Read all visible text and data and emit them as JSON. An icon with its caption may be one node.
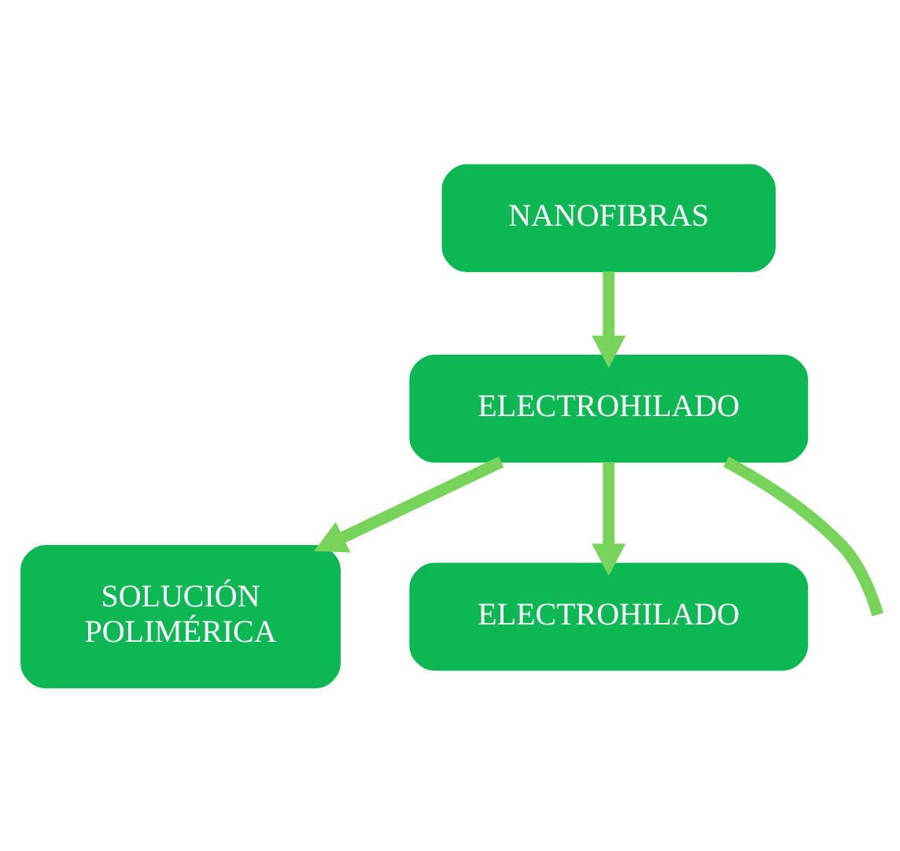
{
  "diagram": {
    "nodes": [
      {
        "text": [
          "NANOFIBRAS"
        ]
      },
      {
        "text": [
          "ELECTROHILADO"
        ]
      },
      {
        "text": [
          "SOLUCIÓN POLIMÉRICA"
        ]
      },
      {
        "text": [
          "ELECTROHILADO"
        ]
      }
    ],
    "edges": [
      {
        "from": 0,
        "to": 1,
        "arrow": "to"
      },
      {
        "from": 1,
        "to": 2,
        "arrow": "to"
      },
      {
        "from": 1,
        "to": 3,
        "arrow": "to"
      },
      {
        "from": 1,
        "to": null,
        "arrow": "none"
      }
    ]
  }
}
